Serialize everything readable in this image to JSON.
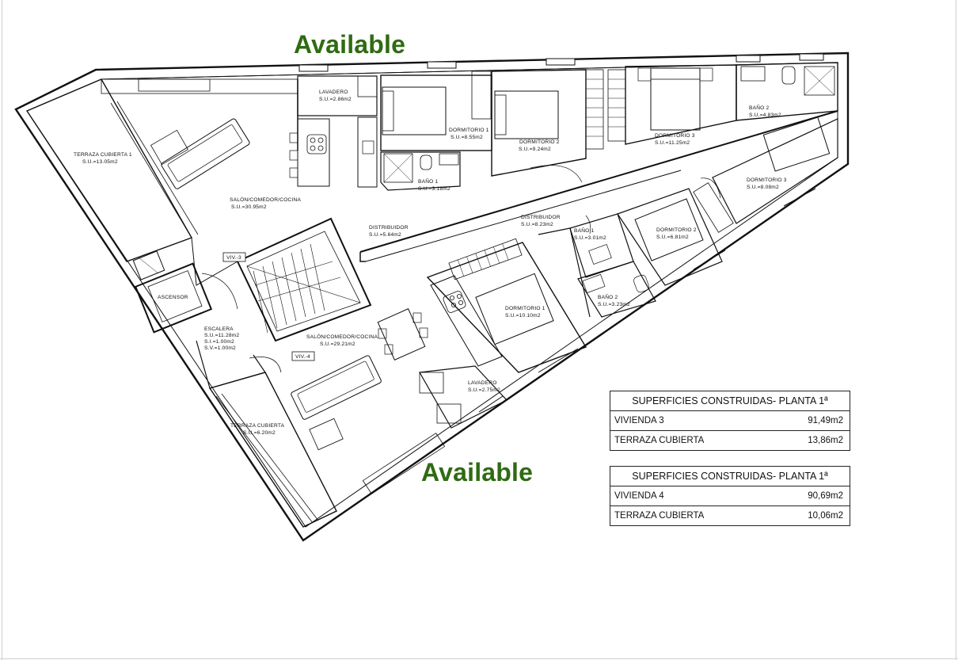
{
  "overlays": {
    "available_top": "Available",
    "available_bottom": "Available"
  },
  "rooms": {
    "lavadero_3": {
      "name": "LAVADERO",
      "area": "S.U.=2.86m2"
    },
    "dormitorio1_3": {
      "name": "DORMITORIO 1",
      "area": "S.U.=8.55m2"
    },
    "dormitorio2_3": {
      "name": "DORMITORIO 2",
      "area": "S.U.=9.24m2"
    },
    "dormitorio3_3": {
      "name": "DORMITORIO 3",
      "area": "S.U.=11.25m2"
    },
    "bano2_3": {
      "name": "BAÑO 2",
      "area": "S.U.=4.83m2"
    },
    "terraza1": {
      "name": "TERRAZA CUBIERTA 1",
      "area": "S.U.=13.05m2"
    },
    "bano1_3": {
      "name": "BAÑO 1",
      "area": "S.U.=3.18m2"
    },
    "salon_3": {
      "name": "SALÓN/COMEDOR/COCINA",
      "area": "S.U.=30.95m2"
    },
    "distribuidor_3": {
      "name": "DISTRIBUIDOR",
      "area": "S.U.=5.64m2"
    },
    "distribuidor_4": {
      "name": "DISTRIBUIDOR",
      "area": "S.U.=8.23m2"
    },
    "dormitorio3_4": {
      "name": "DORMITORIO 3",
      "area": "S.U.=8.08m2"
    },
    "bano1_4": {
      "name": "BAÑO 1",
      "area": "S.U.=3.01m2"
    },
    "dormitorio2_4": {
      "name": "DORMITORIO 2",
      "area": "S.U.=6.81m2"
    },
    "bano2_4": {
      "name": "BAÑO 2",
      "area": "S.U.=3.23m2"
    },
    "dormitorio1_4": {
      "name": "DORMITORIO 1",
      "area": "S.U.=10.10m2"
    },
    "ascensor": {
      "name": "ASCENSOR"
    },
    "escalera": {
      "name": "ESCALERA",
      "su": "S.U.=11.28m2",
      "si": "S.I.=1.00m2",
      "sv": "S.V.=1.00m2"
    },
    "salon_4": {
      "name": "SALÓN/COMEDOR/COCINA",
      "area": "S.U.=29.21m2"
    },
    "lavadero_4": {
      "name": "LAVADERO",
      "area": "S.U.=2.75m2"
    },
    "terraza2": {
      "name": "TERRAZA CUBIERTA",
      "area": "S.U.=6.20m2"
    },
    "viv3": {
      "name": "VIV.-3"
    },
    "viv4": {
      "name": "VIV.-4"
    }
  },
  "tables": [
    {
      "title": "SUPERFICIES CONSTRUIDAS- PLANTA 1ª",
      "rows": [
        {
          "label": "VIVIENDA 3",
          "value": "91,49m2"
        },
        {
          "label": "TERRAZA CUBIERTA",
          "value": "13,86m2"
        }
      ]
    },
    {
      "title": "SUPERFICIES CONSTRUIDAS- PLANTA 1ª",
      "rows": [
        {
          "label": "VIVIENDA 4",
          "value": "90,69m2"
        },
        {
          "label": "TERRAZA CUBIERTA",
          "value": "10,06m2"
        }
      ]
    }
  ]
}
